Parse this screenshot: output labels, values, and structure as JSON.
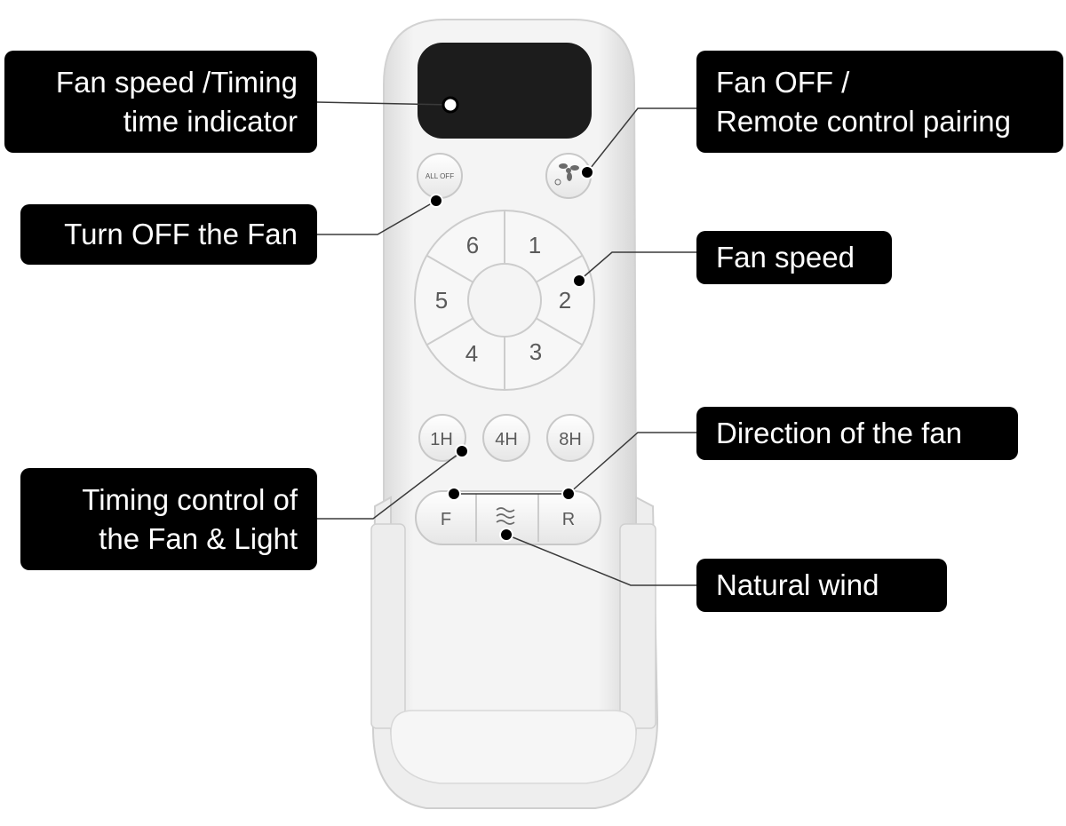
{
  "callouts": {
    "speed_timing": [
      "Fan speed /Timing",
      "time indicator"
    ],
    "turn_off": "Turn OFF the Fan",
    "timing_control": [
      "Timing control of",
      "the Fan & Light"
    ],
    "fan_off": [
      "Fan OFF /",
      "Remote control pairing"
    ],
    "fan_speed": "Fan speed",
    "direction": "Direction of the fan",
    "natural_wind": "Natural wind"
  },
  "remote": {
    "all_off_label": "ALL OFF",
    "speed_buttons": [
      "1",
      "2",
      "3",
      "4",
      "5",
      "6"
    ],
    "timer_buttons": [
      "1H",
      "4H",
      "8H"
    ],
    "forward_label": "F",
    "reverse_label": "R"
  },
  "icons": {
    "fan_power": "fan-power-icon",
    "natural_wind": "wave-icon"
  },
  "colors": {
    "callout_bg": "#000000",
    "callout_text": "#ffffff",
    "remote_body": "#f3f3f3",
    "display": "#1c1c1c"
  }
}
